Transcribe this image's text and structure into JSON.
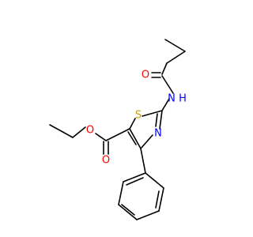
{
  "molecule": {
    "atoms": {
      "O_amide": {
        "symbol": "O",
        "color": "#ff0000"
      },
      "NH": {
        "symbol": "N",
        "h_symbol": "H",
        "color": "#0000ff"
      },
      "S": {
        "symbol": "S",
        "color": "#c8a000"
      },
      "N_ring": {
        "symbol": "N",
        "color": "#0000ff"
      },
      "O_ether": {
        "symbol": "O",
        "color": "#ff0000"
      },
      "O_carbonyl": {
        "symbol": "O",
        "color": "#ff0000"
      }
    },
    "bond_color": "#000000",
    "background": "#ffffff"
  }
}
